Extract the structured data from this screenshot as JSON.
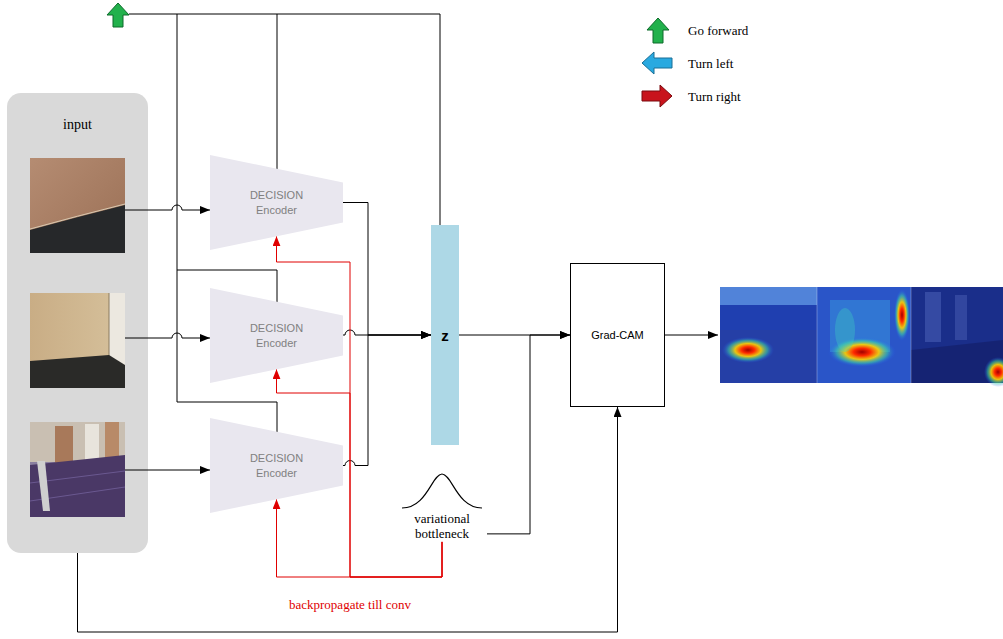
{
  "diagram": {
    "nodes": [
      {
        "text": [
          "input"
        ]
      },
      {
        "text": [
          "DECISION Encoder"
        ]
      },
      {
        "text": [
          "DECISION Encoder"
        ]
      },
      {
        "text": [
          "DECISION Encoder"
        ]
      },
      {
        "text": [
          "z"
        ]
      },
      {
        "text": [
          "variational bottleneck"
        ]
      },
      {
        "text": [
          "Grad-CAM"
        ]
      }
    ],
    "edges": [
      {
        "from": 0,
        "to": 1,
        "arrow": "to"
      },
      {
        "from": 0,
        "to": 2,
        "arrow": "to"
      },
      {
        "from": 0,
        "to": 3,
        "arrow": "to"
      },
      {
        "from": 1,
        "to": 4,
        "arrow": "to"
      },
      {
        "from": 2,
        "to": 4,
        "arrow": "to"
      },
      {
        "from": 3,
        "to": 4,
        "arrow": "to"
      },
      {
        "from": 4,
        "to": 6,
        "arrow": "to"
      },
      {
        "from": 5,
        "to": 6,
        "arrow": "to"
      },
      {
        "from": 5,
        "to": 1,
        "arrow": "to"
      },
      {
        "from": 5,
        "to": 2,
        "arrow": "to"
      },
      {
        "from": 5,
        "to": 3,
        "arrow": "to"
      },
      {
        "from": 0,
        "to": 6,
        "arrow": "to"
      }
    ],
    "labels": [
      "backpropagate till conv"
    ],
    "legend": [
      {
        "text": "Go forward"
      },
      {
        "text": "Turn left"
      },
      {
        "text": "Turn right"
      }
    ]
  }
}
